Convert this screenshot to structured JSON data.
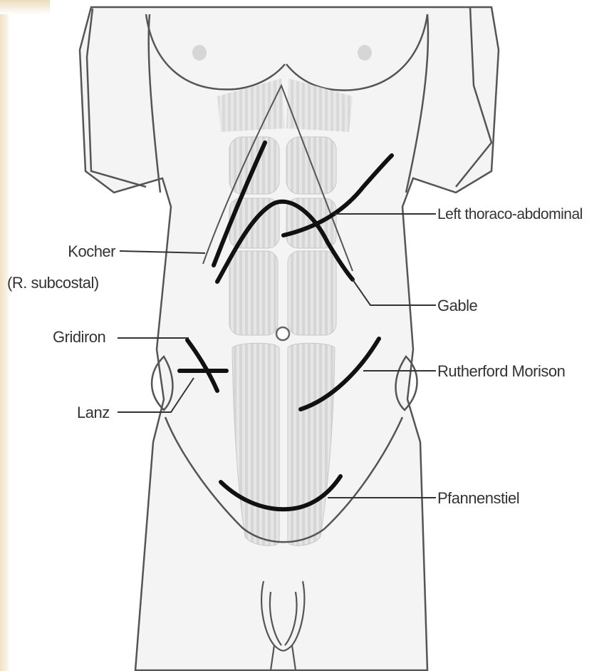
{
  "labels": {
    "kocher": "Kocher",
    "kocher_sub": "(R. subcostal)",
    "gridiron": "Gridiron",
    "lanz": "Lanz",
    "left_thoraco_abdominal": "Left thoraco-abdominal",
    "gable": "Gable",
    "rutherford_morison": "Rutherford Morison",
    "pfannenstiel": "Pfannenstiel"
  },
  "colors": {
    "outline": "#444444",
    "incision": "#111111",
    "muscle": "#e4e4e4",
    "muscle_stripe": "#cfcfcf",
    "skin": "#f3f3f3",
    "leader": "#333333",
    "text": "#333333"
  }
}
